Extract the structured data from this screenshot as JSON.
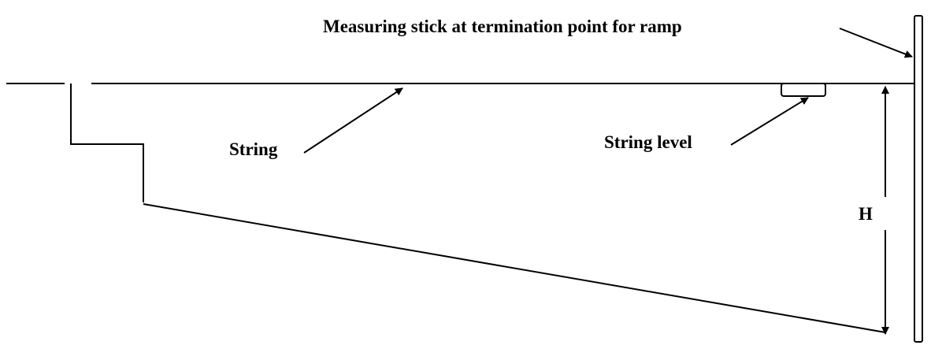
{
  "labels": {
    "measuring_stick": "Measuring stick at termination point for ramp",
    "string": "String",
    "string_level": "String level",
    "height": "H"
  },
  "colors": {
    "line": "#000000",
    "background": "#ffffff"
  }
}
